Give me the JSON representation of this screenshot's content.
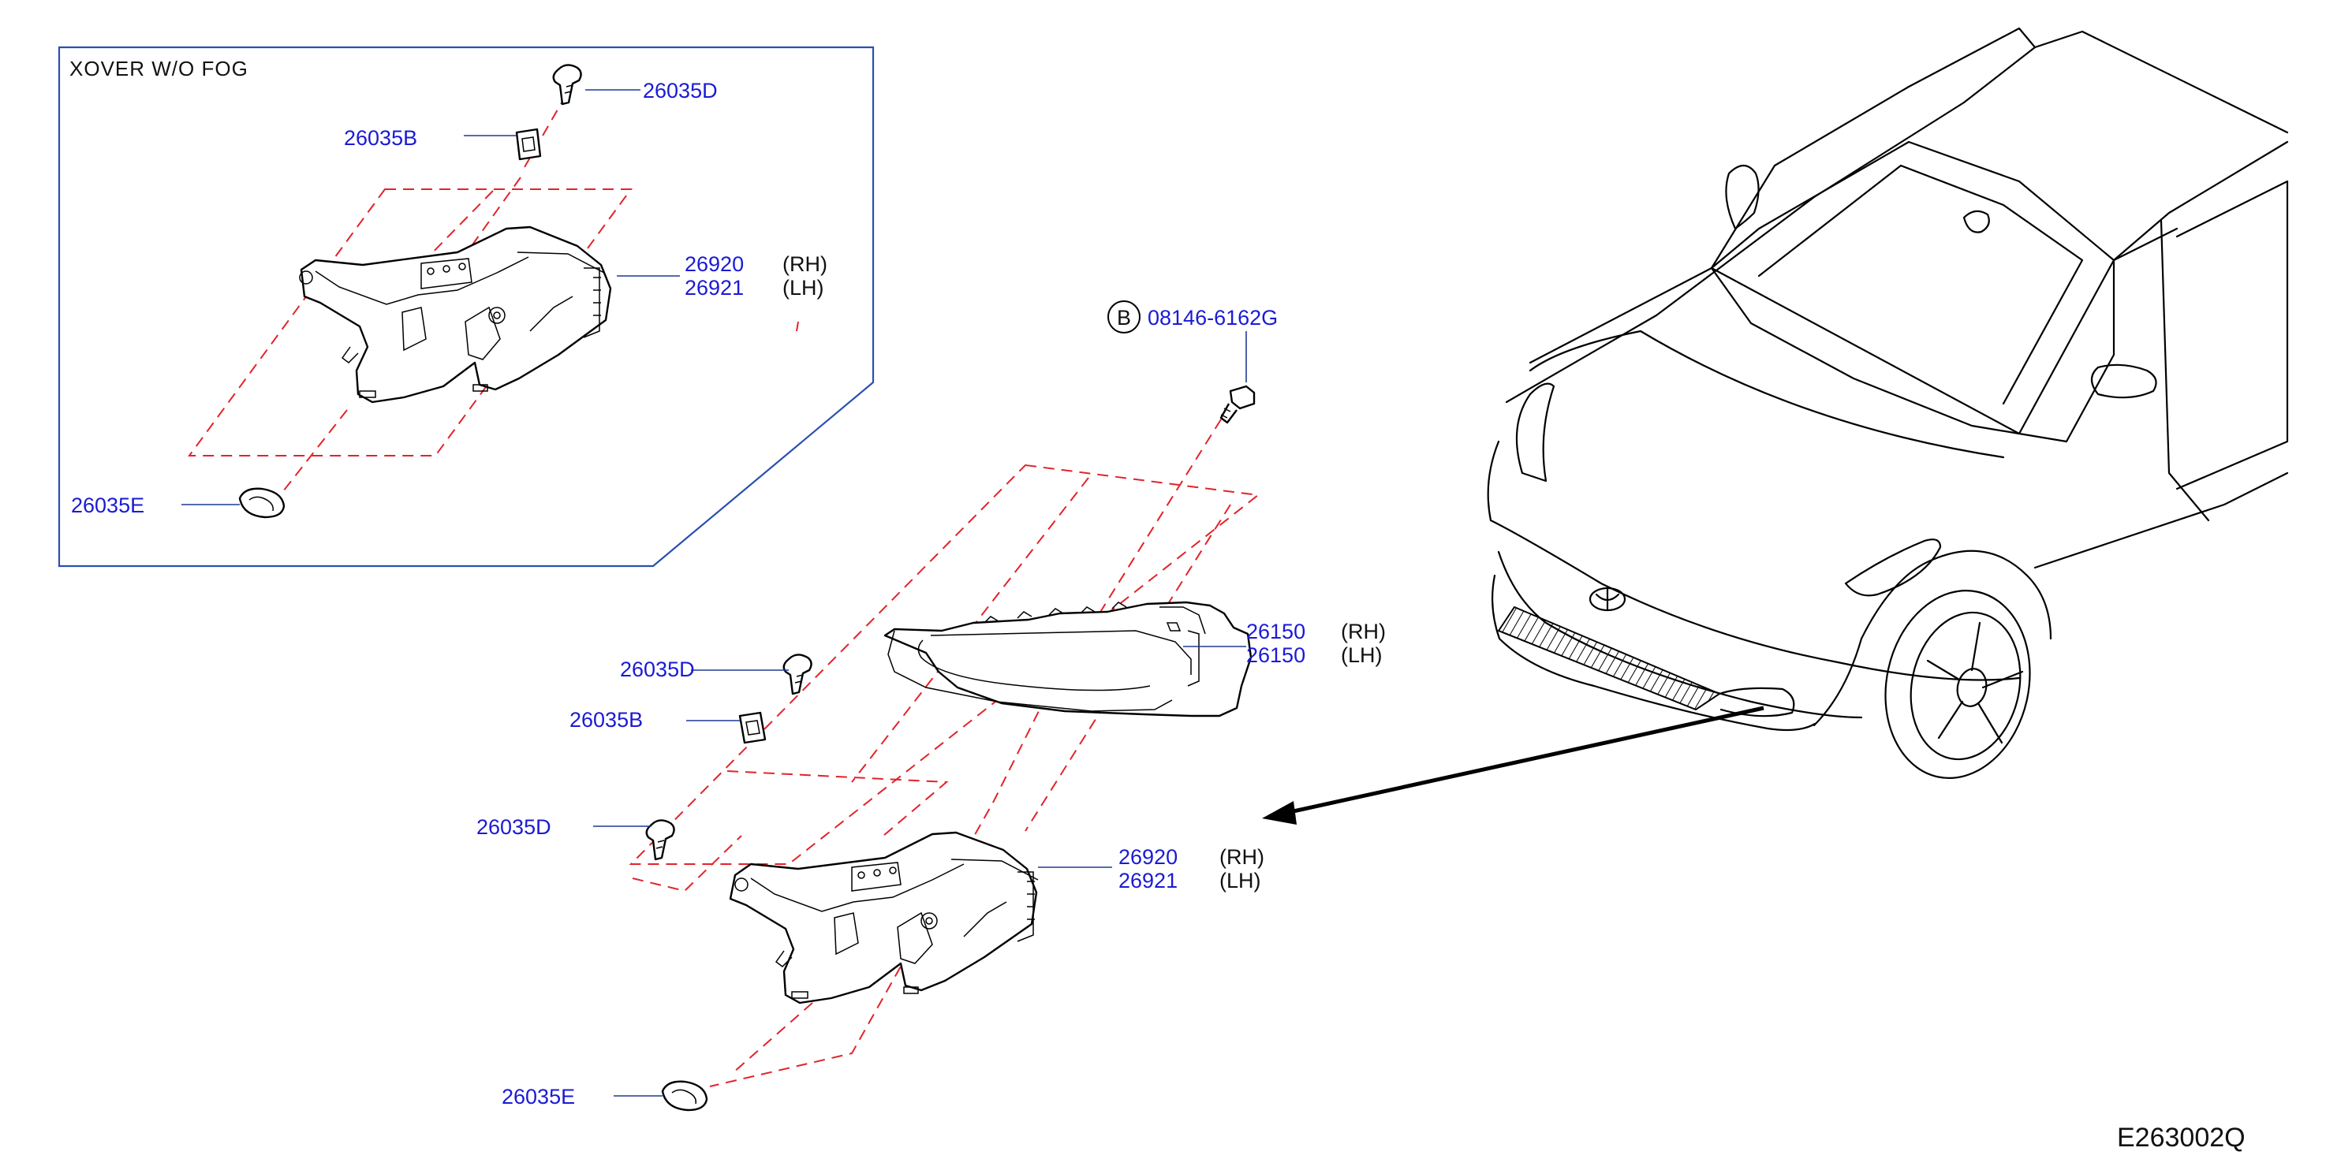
{
  "inset": {
    "title": "XOVER   W/O   FOG",
    "labels": {
      "clip_d": "26035D",
      "clip_b": "26035B",
      "bracket_rh": "26920",
      "bracket_lh": "26921",
      "grommet_e": "26035E"
    },
    "sides": {
      "rh": "(RH)",
      "lh": "(LH)"
    }
  },
  "main": {
    "bolt_symbol": "B",
    "bolt_part": "08146-6162G",
    "lamp_rh": "26150",
    "lamp_lh": "26150",
    "clip_d_upper": "26035D",
    "clip_b": "26035B",
    "clip_d_lower": "26035D",
    "bracket_rh": "26920",
    "bracket_lh": "26921",
    "grommet_e": "26035E",
    "sides": {
      "rh": "(RH)",
      "lh": "(LH)"
    }
  },
  "diagram_code": "E263002Q",
  "colors": {
    "part_number": "#1a1ad6",
    "leader_line": "#1f3a93",
    "assembly_dash": "#e2232a",
    "inset_border": "#2a4fb0",
    "line_art": "#000000"
  }
}
